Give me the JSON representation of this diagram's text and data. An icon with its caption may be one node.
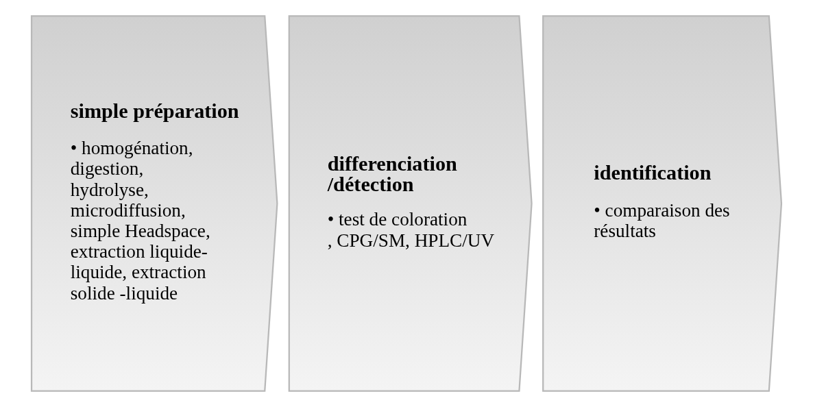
{
  "diagram": {
    "nodes": [
      {
        "text": [
          "simple préparation",
          "• homogénation, digestion, hydrolyse, microdiffusion, simple Headspace, extraction liquide-liquide, extraction solide -liquide"
        ]
      },
      {
        "text": [
          "differenciation /détection",
          "• test de coloration , CPG/SM, HPLC/UV"
        ]
      },
      {
        "text": [
          "identification",
          "• comparaison des résultats"
        ]
      }
    ]
  }
}
